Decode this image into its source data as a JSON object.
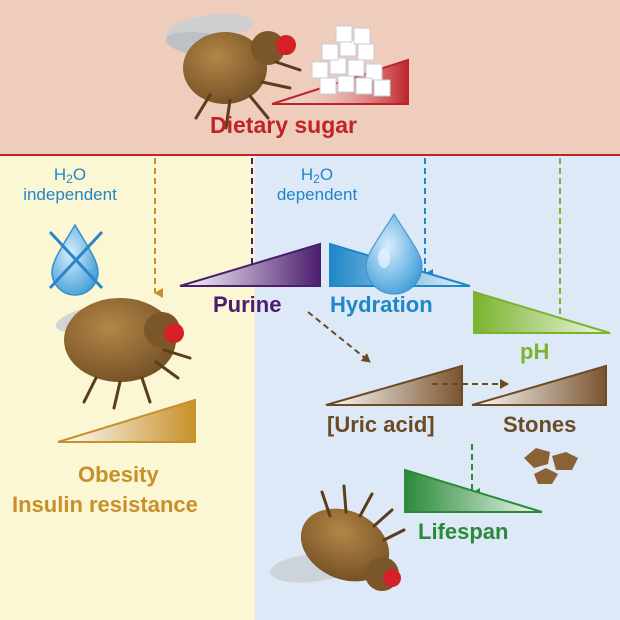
{
  "top_label": "Dietary sugar",
  "h2o_independent": {
    "prefix": "H",
    "sub": "2",
    "suffix": "O",
    "word": "independent"
  },
  "h2o_dependent": {
    "prefix": "H",
    "sub": "2",
    "suffix": "O",
    "word": "dependent"
  },
  "labels": {
    "purine": "Purine",
    "hydration": "Hydration",
    "ph": "pH",
    "uric_acid": "[Uric acid]",
    "stones": "Stones",
    "lifespan": "Lifespan",
    "obesity": "Obesity",
    "insulin": "Insulin resistance"
  },
  "colors": {
    "top_band": "#eecdbd",
    "left_panel": "#fbf6d4",
    "right_panel": "#dde9f6",
    "sugar_red": "#c0242b",
    "purine": "#4b1d6e",
    "hydration": "#1f87c8",
    "ph": "#7ab32e",
    "uric": "#6b4a26",
    "lifespan": "#2b8a3a",
    "obesity": "#c8902a",
    "fly_body": "#8c6533",
    "fly_eye": "#d42027"
  },
  "icons": [
    "fly-icon",
    "sugar-cubes-icon",
    "water-drop-crossed-icon",
    "water-drop-icon",
    "stones-icon"
  ]
}
